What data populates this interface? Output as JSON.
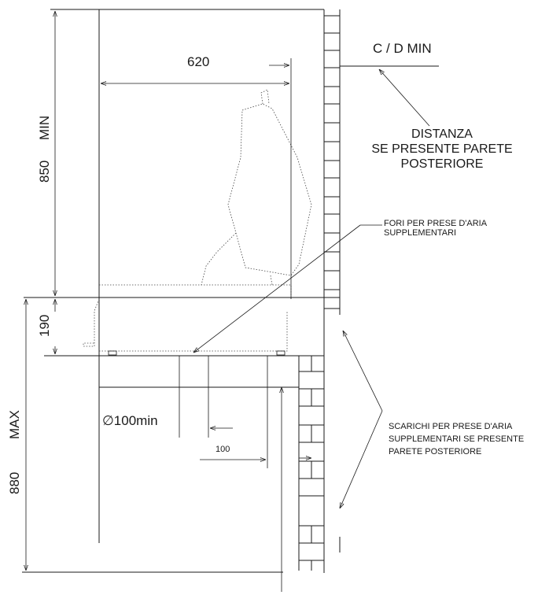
{
  "labels": {
    "width_620": "620",
    "height_850": "850",
    "min_label": "MIN",
    "height_190": "190",
    "height_880": "880",
    "max_label": "MAX",
    "cd_min": "C / D MIN",
    "distanza_line1": "DISTANZA",
    "distanza_line2": "SE PRESENTE PARETE",
    "distanza_line3": "POSTERIORE",
    "fori_line1": "FORI PER PRESE D'ARIA",
    "fori_line2": "SUPPLEMENTARI",
    "diameter_100": "∅100min",
    "dim_100": "100",
    "scarichi_line1": "SCARICHI PER PRESE D'ARIA",
    "scarichi_line2": "SUPPLEMENTARI SE PRESENTE",
    "scarichi_line3": "PARETE POSTERIORE"
  },
  "colors": {
    "line": "#1a1a1a",
    "background": "#ffffff"
  }
}
